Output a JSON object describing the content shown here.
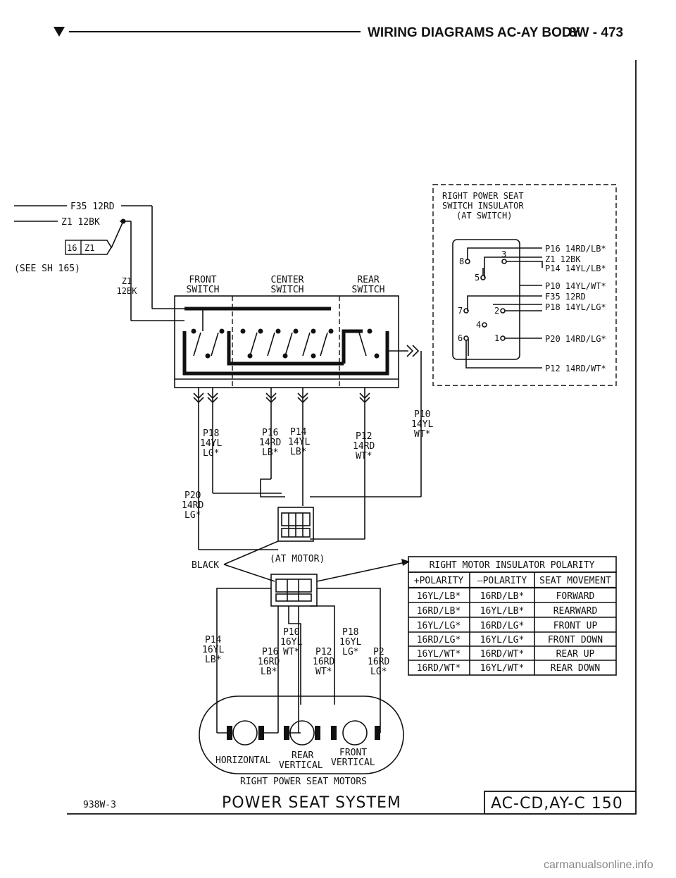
{
  "header": {
    "title": "WIRING DIAGRAMS AC-AY BODY",
    "page_no": "8W - 473"
  },
  "diagram": {
    "source_wires": [
      "F35 12RD",
      "Z1 12BK"
    ],
    "ground_ref": [
      "16",
      "Z1"
    ],
    "see_sheet": "(SEE SH 165)",
    "drop_wire": [
      "Z1",
      "12BK"
    ],
    "switch_labels": [
      {
        "name": "FRONT",
        "sub": "SWITCH"
      },
      {
        "name": "CENTER",
        "sub": "SWITCH"
      },
      {
        "name": "REAR",
        "sub": "SWITCH"
      }
    ],
    "insulator_title": [
      "RIGHT POWER SEAT",
      "SWITCH INSULATOR",
      "(AT SWITCH)"
    ],
    "insulator_pins": [
      "8",
      "3",
      "5",
      "7",
      "2",
      "4",
      "6",
      "1"
    ],
    "insulator_wires": [
      "P16 14RD/LB*",
      "Z1 12BK",
      "P14 14YL/LB*",
      "P10 14YL/WT*",
      "F35 12RD",
      "P18 14YL/LG*",
      "P20 14RD/LG*",
      "P12 14RD/WT*"
    ],
    "switch_out_wires": [
      {
        "lines": [
          "P18",
          "14YL",
          "LG*"
        ]
      },
      {
        "lines": [
          "P16",
          "14RD",
          "LB*"
        ]
      },
      {
        "lines": [
          "P14",
          "14YL",
          "LB*"
        ]
      },
      {
        "lines": [
          "P12",
          "14RD",
          "WT*"
        ]
      },
      {
        "lines": [
          "P10",
          "14YL",
          "WT*"
        ]
      },
      {
        "lines": [
          "P20",
          "14RD",
          "LG*"
        ]
      }
    ],
    "motor_connector_label": "(AT MOTOR)",
    "black_label": "BLACK",
    "motor_wires": [
      {
        "lines": [
          "P14",
          "16YL",
          "LB*"
        ]
      },
      {
        "lines": [
          "P16",
          "16RD",
          "LB*"
        ]
      },
      {
        "lines": [
          "P10",
          "16YL",
          "WT*"
        ]
      },
      {
        "lines": [
          "P12",
          "16RD",
          "WT*"
        ]
      },
      {
        "lines": [
          "P18",
          "16YL",
          "LG*"
        ]
      },
      {
        "lines": [
          "P2",
          "16RD",
          "LG*"
        ]
      }
    ],
    "motor_names": [
      "HORIZONTAL",
      "REAR",
      "VERTICAL",
      "FRONT",
      "VERTICAL"
    ],
    "motors_caption": "RIGHT POWER SEAT MOTORS"
  },
  "polarity_table": {
    "title": "RIGHT MOTOR INSULATOR POLARITY",
    "headers": [
      "+POLARITY",
      "—POLARITY",
      "SEAT MOVEMENT"
    ],
    "rows": [
      [
        "16YL/LB*",
        "16RD/LB*",
        "FORWARD"
      ],
      [
        "16RD/LB*",
        "16YL/LB*",
        "REARWARD"
      ],
      [
        "16YL/LG*",
        "16RD/LG*",
        "FRONT UP"
      ],
      [
        "16RD/LG*",
        "16YL/LG*",
        "FRONT DOWN"
      ],
      [
        "16YL/WT*",
        "16RD/WT*",
        "REAR UP"
      ],
      [
        "16RD/WT*",
        "16YL/WT*",
        "REAR DOWN"
      ]
    ]
  },
  "footer": {
    "code": "938W-3",
    "system_title": "POWER SEAT SYSTEM",
    "models": "AC-CD,AY-C 150",
    "watermark": "carmanualsonline.info"
  }
}
